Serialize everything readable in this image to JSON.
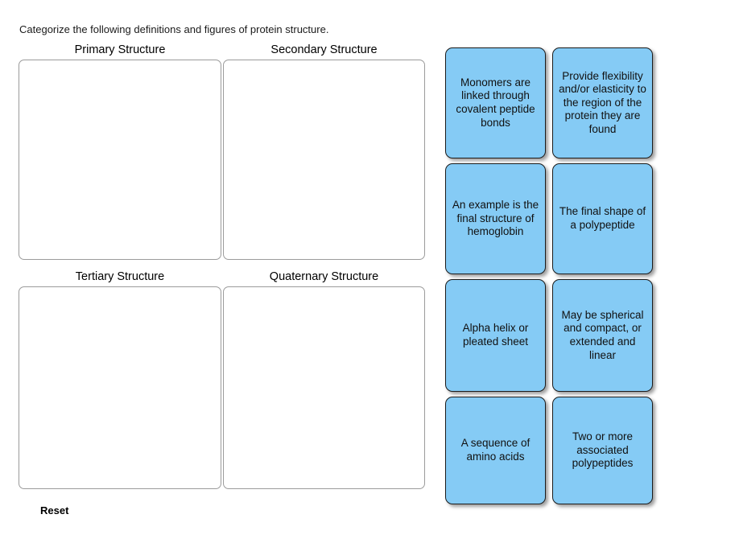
{
  "prompt": "Categorize the following definitions and figures of protein structure.",
  "reset_label": "Reset",
  "zones": [
    {
      "id": "primary",
      "label": "Primary Structure",
      "items": []
    },
    {
      "id": "secondary",
      "label": "Secondary Structure",
      "items": []
    },
    {
      "id": "tertiary",
      "label": "Tertiary Structure",
      "items": []
    },
    {
      "id": "quaternary",
      "label": "Quaternary Structure",
      "items": []
    }
  ],
  "cards": [
    {
      "id": "card-1",
      "text": "Monomers are linked through covalent peptide bonds"
    },
    {
      "id": "card-2",
      "text": "Provide flexibility and/or elasticity to the region of the protein they are found"
    },
    {
      "id": "card-3",
      "text": "An example is the final structure of hemoglobin"
    },
    {
      "id": "card-4",
      "text": "The final shape of a polypeptide"
    },
    {
      "id": "card-5",
      "text": "Alpha helix or pleated sheet"
    },
    {
      "id": "card-6",
      "text": "May be spherical and compact, or extended and linear"
    },
    {
      "id": "card-7",
      "text": "A sequence of amino acids"
    },
    {
      "id": "card-8",
      "text": "Two or more associated polypeptides"
    }
  ],
  "colors": {
    "card_fill": "#85cbf5",
    "card_border": "#1b1b1b",
    "zone_border": "#9b9b9b",
    "page_background": "#ffffff",
    "text": "#000000"
  }
}
